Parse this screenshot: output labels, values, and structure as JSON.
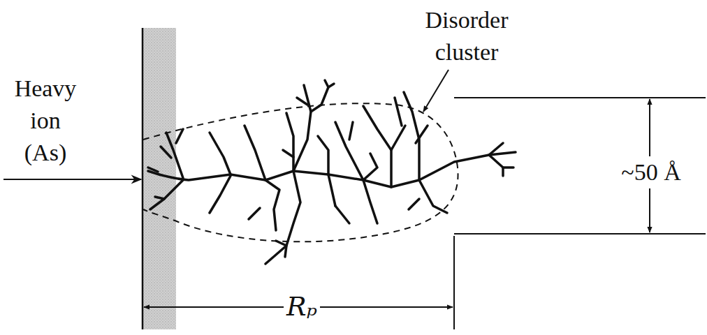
{
  "diagram": {
    "labels": [
      "Heavy ion (As)",
      "Disorder cluster",
      "~50 Å",
      "Rₚ"
    ]
  }
}
